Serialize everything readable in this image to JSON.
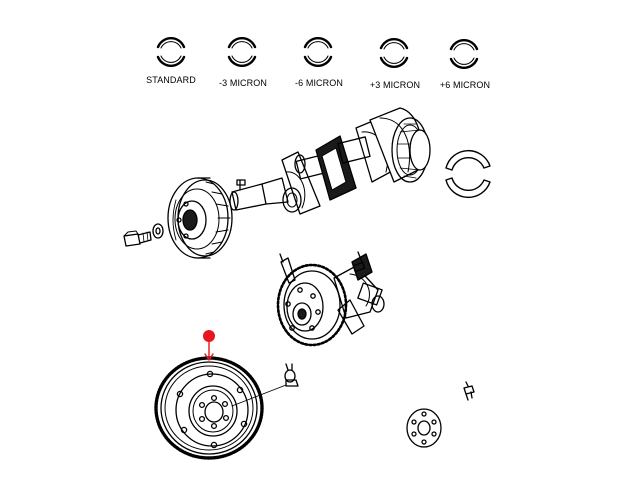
{
  "bearing_labels": {
    "standard": "STANDARD",
    "minus3": "-3 MICRON",
    "minus6": "-6 MICRON",
    "plus3": "+3 MICRON",
    "plus6": "+6 MICRON"
  },
  "colors": {
    "line": "#000000",
    "fill": "#ffffff",
    "shade": "#1a1a1a",
    "callout": "#e8141f"
  },
  "icons": {
    "bearing-shell": "split-ring",
    "crankshaft": "crankshaft",
    "vibration-damper": "pulley",
    "flexplate": "ring-gear-disc",
    "callout-marker": "red-dot"
  }
}
